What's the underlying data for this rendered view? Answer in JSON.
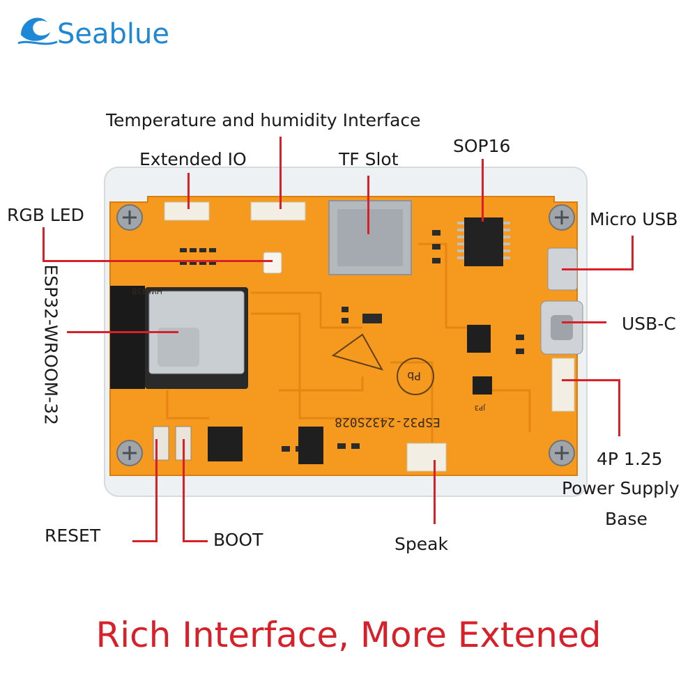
{
  "brand": {
    "name": "Seablue"
  },
  "labels": {
    "temp_humidity": "Temperature and humidity Interface",
    "extended_io": "Extended IO",
    "tf_slot": "TF Slot",
    "sop16": "SOP16",
    "rgb_led": "RGB LED",
    "micro_usb": "Micro USB",
    "esp32": "ESP32-WROOM-32",
    "usb_c": "USB-C",
    "power_line1": "4P 1.25",
    "power_line2": "Power Supply",
    "power_line3": "Base",
    "reset": "RESET",
    "boot": "BOOT",
    "speak": "Speak"
  },
  "board_print": {
    "model": "ESP32-2432S028",
    "hw": "HW-458",
    "jp3": "JP3",
    "pb": "Pb"
  },
  "tagline": "Rich Interface, More Extened",
  "colors": {
    "accent": "#d8202a",
    "brand": "#1e88d6",
    "pcb": "#f59a1f"
  }
}
